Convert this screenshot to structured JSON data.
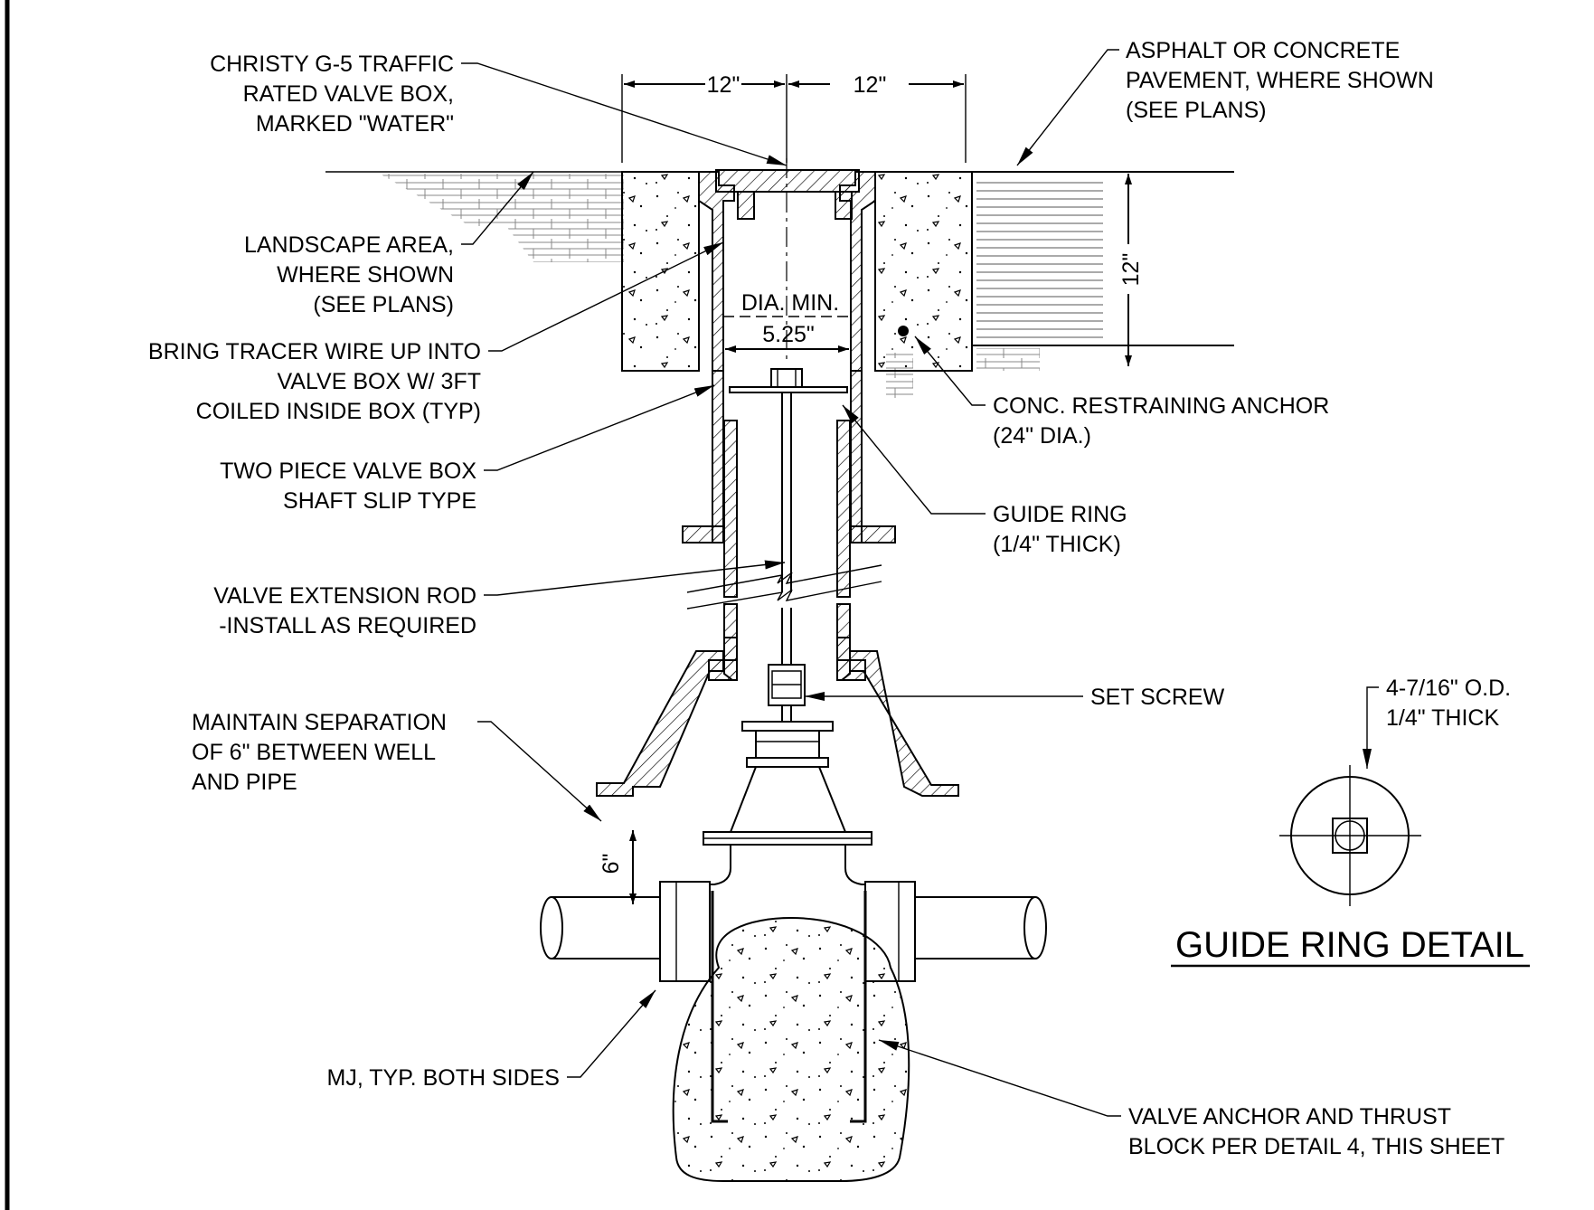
{
  "labels": {
    "valve_box": [
      "CHRISTY G-5 TRAFFIC",
      "RATED VALVE BOX,",
      "MARKED \"WATER\""
    ],
    "landscape": [
      "LANDSCAPE AREA,",
      "WHERE SHOWN",
      "(SEE PLANS)"
    ],
    "tracer": [
      "BRING TRACER WIRE UP INTO",
      "VALVE BOX W/ 3FT",
      "COILED INSIDE BOX (TYP)"
    ],
    "two_piece": [
      "TWO PIECE VALVE BOX",
      "SHAFT SLIP TYPE"
    ],
    "extension_rod": [
      "VALVE EXTENSION ROD",
      "-INSTALL AS REQUIRED"
    ],
    "separation": [
      "MAINTAIN SEPARATION",
      "OF 6\" BETWEEN WELL",
      "AND PIPE"
    ],
    "mj": [
      "MJ, TYP. BOTH SIDES"
    ],
    "pavement": [
      "ASPHALT OR CONCRETE",
      "PAVEMENT, WHERE SHOWN",
      "(SEE PLANS)"
    ],
    "anchor": [
      "CONC. RESTRAINING ANCHOR",
      "(24\" DIA.)"
    ],
    "guide_ring": [
      "GUIDE RING",
      "(1/4\" THICK)"
    ],
    "set_screw": [
      "SET SCREW"
    ],
    "thrust_block": [
      "VALVE ANCHOR AND THRUST",
      "BLOCK PER DETAIL 4, THIS SHEET"
    ],
    "ring_spec": [
      "4-7/16\" O.D.",
      "1/4\" THICK"
    ]
  },
  "dimensions": {
    "left_12": "12\"",
    "right_12": "12\"",
    "depth_12": "12\"",
    "dia_min": "DIA. MIN.",
    "dia_value": "5.25\"",
    "sep_6": "6\""
  },
  "detail_title": "GUIDE RING DETAIL"
}
